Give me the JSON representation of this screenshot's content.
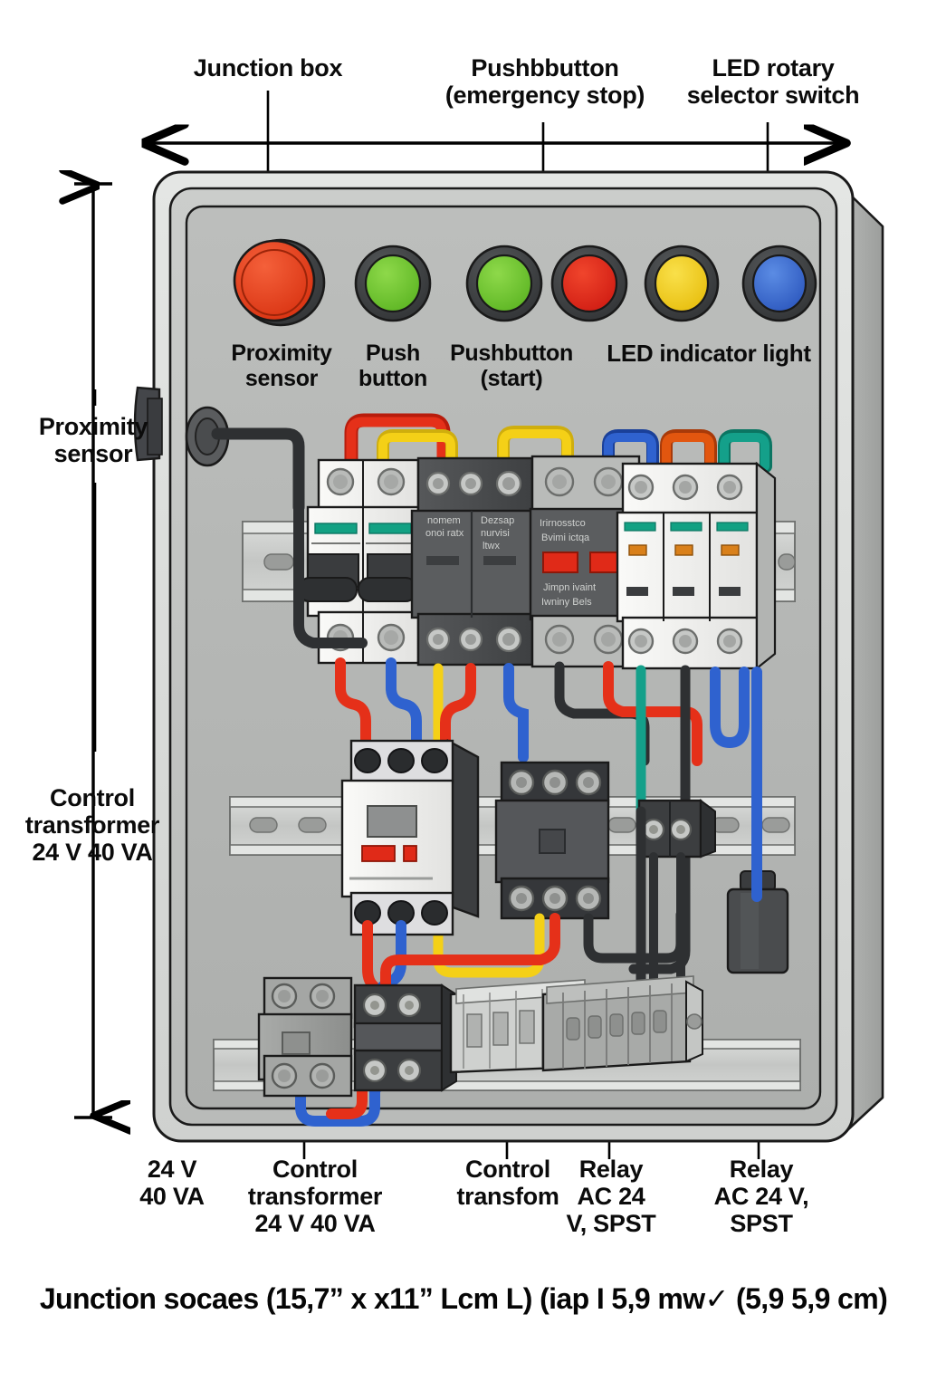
{
  "diagram": {
    "title_caption": "Junction socaes (15,7” x x11” Lcm L) (iap I 5,9 mw✓ (5,9 5,9 cm)",
    "top_labels": [
      {
        "id": "junction-box",
        "line1": "Junction box",
        "line2": ""
      },
      {
        "id": "pushbutton-estop",
        "line1": "Pushbbutton",
        "line2": "(emergency stop)"
      },
      {
        "id": "led-rotary-selector",
        "line1": "LED rotary",
        "line2": "selector switch"
      }
    ],
    "left_labels": [
      {
        "id": "proximity-sensor",
        "line1": "Proximity",
        "line2": "sensor",
        "line3": ""
      },
      {
        "id": "control-transformer",
        "line1": "Control",
        "line2": "transformer",
        "line3": "24 V 40 VA"
      }
    ],
    "panel_labels": [
      {
        "id": "proximity-sensor",
        "line1": "Proximity",
        "line2": "sensor"
      },
      {
        "id": "push-button",
        "line1": "Push",
        "line2": "button"
      },
      {
        "id": "pushbutton-start",
        "line1": "Pushbutton",
        "line2": "(start)"
      },
      {
        "id": "led-indicator-light",
        "line1": "LED indicator light",
        "line2": ""
      }
    ],
    "bottom_labels": [
      {
        "id": "rating-24v-40va",
        "line1": "24 V",
        "line2": "40 VA",
        "line3": ""
      },
      {
        "id": "control-transformer",
        "line1": "Control",
        "line2": "transformer",
        "line3": "24 V 40 VA"
      },
      {
        "id": "control-transform",
        "line1": "Control",
        "line2": "transfom",
        "line3": ""
      },
      {
        "id": "relay-ac24-spst",
        "line1": "Relay",
        "line2": "AC 24",
        "line3": "V, SPST"
      },
      {
        "id": "relay-ac24v-spst",
        "line1": "Relay",
        "line2": "AC 24 V,",
        "line3": "SPST"
      }
    ],
    "buttons": [
      {
        "id": "proximity-sensor-button",
        "color": "#e8401c",
        "type": "mushroom"
      },
      {
        "id": "push-button-green",
        "color": "#6cc62e",
        "type": "flat"
      },
      {
        "id": "pushbutton-start-green",
        "color": "#6cc62e",
        "type": "flat"
      },
      {
        "id": "led-indicator-red",
        "color": "#e5271c",
        "type": "flat"
      },
      {
        "id": "led-indicator-yellow",
        "color": "#f2cf1b",
        "type": "flat"
      },
      {
        "id": "led-indicator-blue",
        "color": "#3b6fd4",
        "type": "flat"
      }
    ],
    "module_text": {
      "m1_line1": "nomem",
      "m1_line2": "onoi ratx",
      "m2_line1": "Dezsap",
      "m2_line2": "nurvisi",
      "m2_line3": "ltwx",
      "m3_line1": "Irirnosstco",
      "m3_line2": "Bvimi ictqa",
      "m3_line3": "Jimpn ivaint",
      "m3_line4": "Iwniny Bels"
    },
    "colors": {
      "enclosure_outer": "#d9dbd9",
      "enclosure_mid": "#c3c5c3",
      "enclosure_inner": "#b6b8b6",
      "din_rail": "#c9cbc9",
      "wire_red": "#e02a18",
      "wire_blue": "#2357c8",
      "wire_yellow": "#f4d017",
      "wire_teal": "#14a08a",
      "wire_orange": "#e2560f",
      "wire_black": "#2a2c2e",
      "device_white": "#f0f0ee",
      "device_dark": "#4c4e50",
      "device_gray": "#9a9c9a",
      "indicator_red": "#e02a18",
      "indicator_teal": "#12a183",
      "indicator_orange": "#d9801a"
    }
  }
}
